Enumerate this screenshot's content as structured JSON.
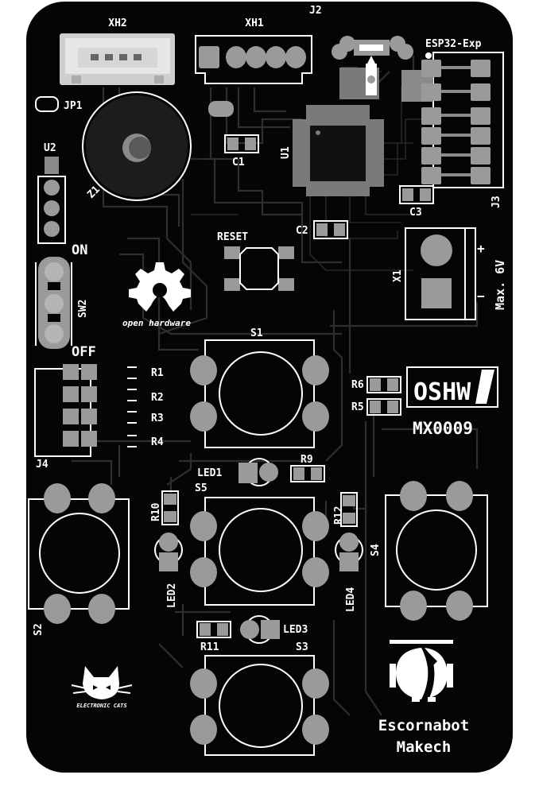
{
  "colors": {
    "background": "#ffffff",
    "board": "#050505",
    "pad": "#9a9a9a",
    "pad_dark": "#6f6f6f",
    "silkscreen": "#ffffff",
    "trace": "#2e2e2e"
  },
  "labels": {
    "xh2": "XH2",
    "xh1": "XH1",
    "j2": "J2",
    "esp32": "ESP32-Exp",
    "jp1": "JP1",
    "u2": "U2",
    "z1": "Z1",
    "c1": "C1",
    "u1": "U1",
    "j3": "J3",
    "c3": "C3",
    "c2": "C2",
    "reset": "RESET",
    "x1": "X1",
    "plus": "+",
    "minus": "−",
    "max6v": "Max. 6V",
    "on": "ON",
    "sw2": "SW2",
    "off": "OFF",
    "open_hardware": "open hardware",
    "s1": "S1",
    "r1": "R1",
    "r2": "R2",
    "r3": "R3",
    "r4": "R4",
    "j4": "J4",
    "r6": "R6",
    "r5": "R5",
    "oshw": "OSHW",
    "mx0009": "MX0009",
    "led1": "LED1",
    "r9": "R9",
    "s5": "S5",
    "r10": "R10",
    "r12": "R12",
    "s4": "S4",
    "led2": "LED2",
    "led4": "LED4",
    "s2": "S2",
    "r11": "R11",
    "led3": "LED3",
    "s3": "S3",
    "escornabot": "Escornabot",
    "makech": "Makech",
    "electronic_cats": "ELECTRONIC CATS"
  }
}
